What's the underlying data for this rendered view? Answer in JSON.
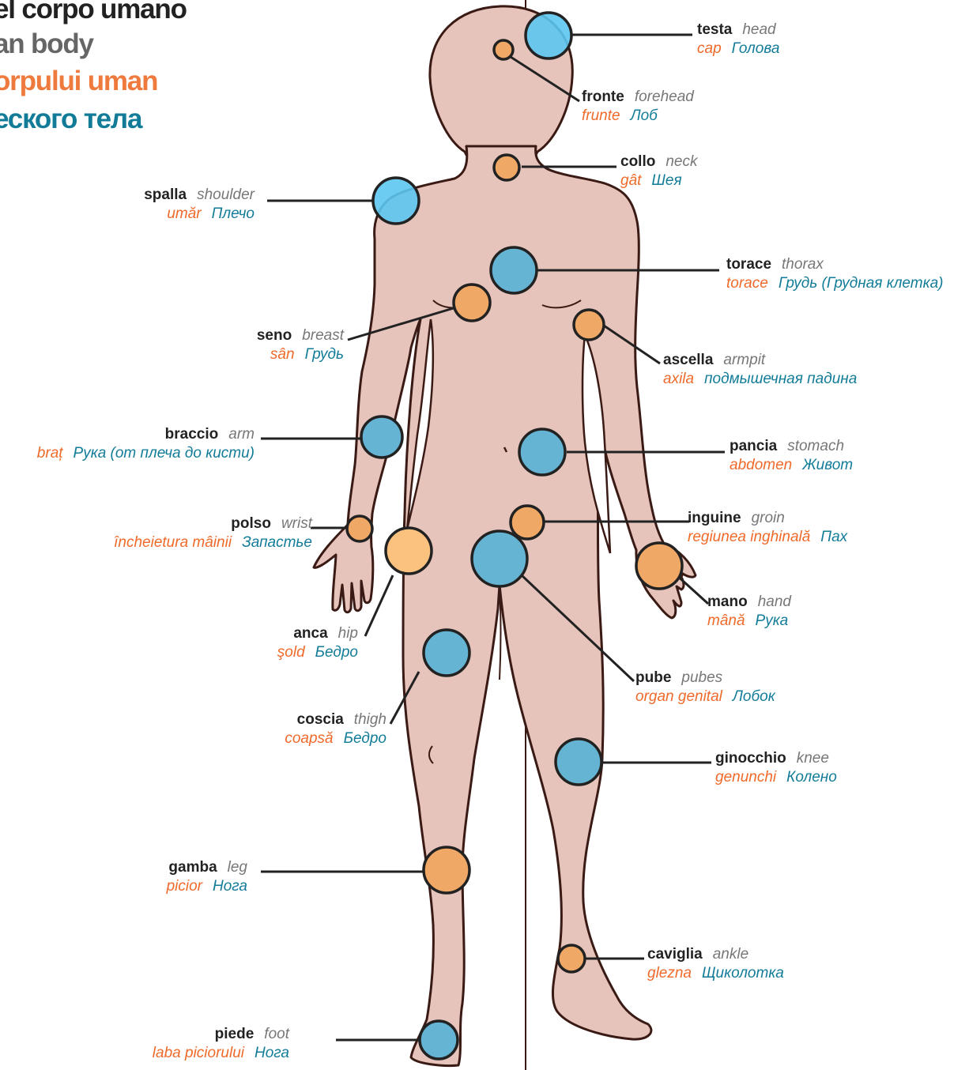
{
  "title": {
    "italian": "el corpo umano",
    "english": "an body",
    "romanian": "orpului uman",
    "russian": "еского тела"
  },
  "colors": {
    "body_fill": "#e6c4bb",
    "outline": "#3a1a14",
    "dot_blue": "#66b4d4",
    "dot_light_blue": "#5cc7ef",
    "dot_orange": "#f0a866",
    "dot_light_orange": "#fbc27f",
    "italian": "#222222",
    "english": "#777777",
    "romanian": "#ef6a2a",
    "russian": "#127c98"
  },
  "labels": {
    "head": {
      "it": "testa",
      "en": "head",
      "ro": "cap",
      "ru": "Голова",
      "marker": "light-blue"
    },
    "forehead": {
      "it": "fronte",
      "en": "forehead",
      "ro": "frunte",
      "ru": "Лоб",
      "marker": "orange"
    },
    "neck": {
      "it": "collo",
      "en": "neck",
      "ro": "gât",
      "ru": "Шея",
      "marker": "orange"
    },
    "shoulder": {
      "it": "spalla",
      "en": "shoulder",
      "ro": "umăr",
      "ru": "Плечо",
      "marker": "light-blue"
    },
    "thorax": {
      "it": "torace",
      "en": "thorax",
      "ro": "torace",
      "ru": "Грудь (Грудная клетка)",
      "marker": "blue"
    },
    "breast": {
      "it": "seno",
      "en": "breast",
      "ro": "sân",
      "ru": "Грудь",
      "marker": "orange"
    },
    "armpit": {
      "it": "ascella",
      "en": "armpit",
      "ro": "axila",
      "ru": "подмышечная падина",
      "marker": "orange"
    },
    "arm": {
      "it": "braccio",
      "en": "arm",
      "ro": "braț",
      "ru": "Рука (от плеча до кисти)",
      "marker": "blue"
    },
    "stomach": {
      "it": "pancia",
      "en": "stomach",
      "ro": "abdomen",
      "ru": "Живот",
      "marker": "blue"
    },
    "wrist": {
      "it": "polso",
      "en": "wrist",
      "ro": "încheietura mâinii",
      "ru": "Запастье",
      "marker": "orange"
    },
    "groin": {
      "it": "inguine",
      "en": "groin",
      "ro": "regiunea inghinală",
      "ru": "Пах",
      "marker": "orange"
    },
    "hand": {
      "it": "mano",
      "en": "hand",
      "ro": "mână",
      "ru": "Рука",
      "marker": "orange"
    },
    "hip": {
      "it": "anca",
      "en": "hip",
      "ro": "şold",
      "ru": "Бедро",
      "marker": "light-orange"
    },
    "pubes": {
      "it": "pube",
      "en": "pubes",
      "ro": "organ genital",
      "ru": "Лобок",
      "marker": "blue"
    },
    "thigh": {
      "it": "coscia",
      "en": "thigh",
      "ro": "coapsă",
      "ru": "Бедро",
      "marker": "blue"
    },
    "knee": {
      "it": "ginocchio",
      "en": "knee",
      "ro": "genunchi",
      "ru": "Колено",
      "marker": "blue"
    },
    "leg": {
      "it": "gamba",
      "en": "leg",
      "ro": "picior",
      "ru": "Нога",
      "marker": "orange"
    },
    "ankle": {
      "it": "caviglia",
      "en": "ankle",
      "ro": "glezna",
      "ru": "Щиколотка",
      "marker": "orange"
    },
    "foot": {
      "it": "piede",
      "en": "foot",
      "ro": "laba piciorului",
      "ru": "Нога",
      "marker": "blue"
    }
  }
}
